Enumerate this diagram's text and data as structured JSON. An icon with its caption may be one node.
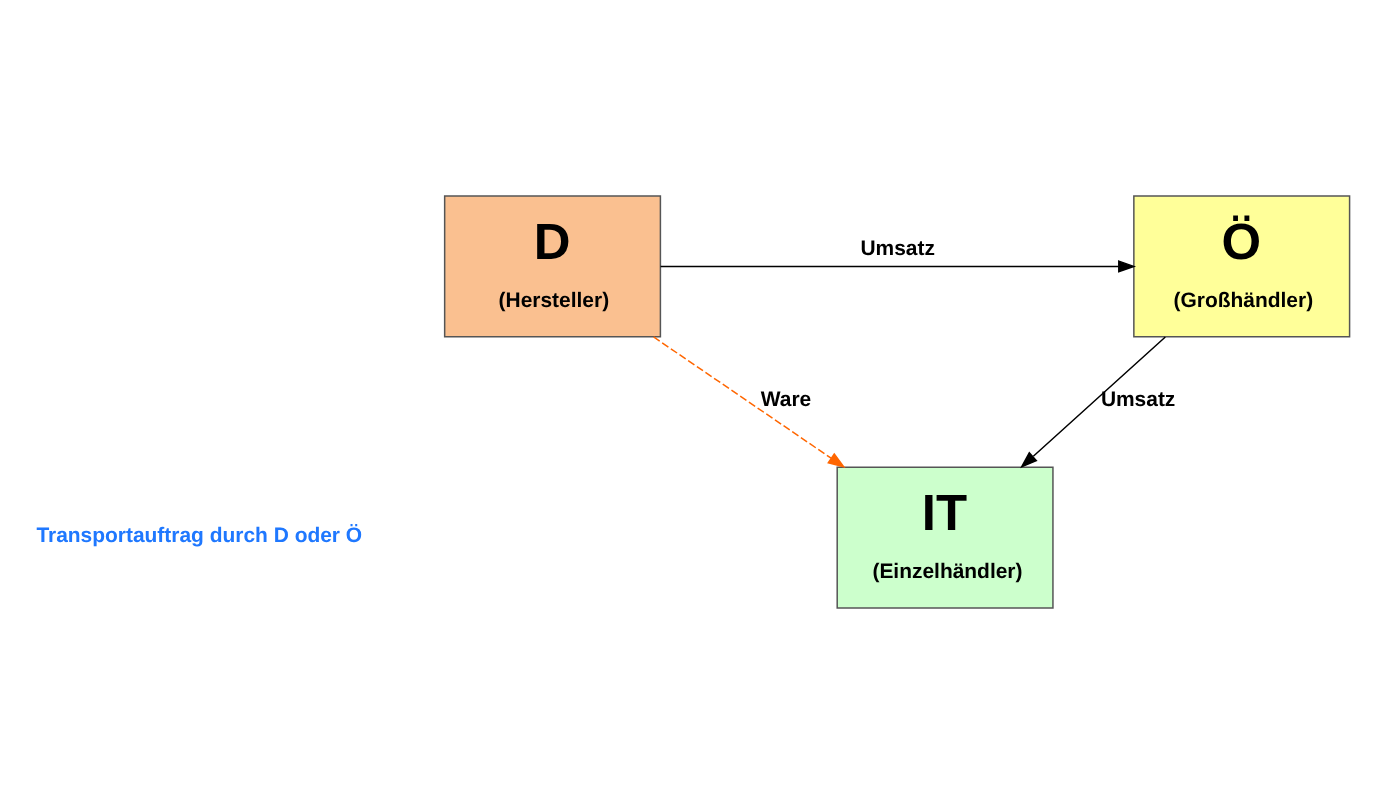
{
  "diagram": {
    "nodes": [
      {
        "text": [
          "D",
          "(Hersteller)"
        ]
      },
      {
        "text": [
          "Ö",
          "(Großhändler)"
        ]
      },
      {
        "text": [
          "IT",
          "(Einzelhändler)"
        ]
      }
    ],
    "edges": [
      {
        "from": 0,
        "to": 1,
        "arrow": "to",
        "label": "Umsatz"
      },
      {
        "from": 1,
        "to": 2,
        "arrow": "to",
        "label": "Umsatz"
      },
      {
        "from": 0,
        "to": 2,
        "arrow": "to",
        "label": "Ware",
        "style": "dashed",
        "color": "#ff6600"
      }
    ],
    "labels": [
      "Transportauftrag durch D oder Ö"
    ]
  }
}
